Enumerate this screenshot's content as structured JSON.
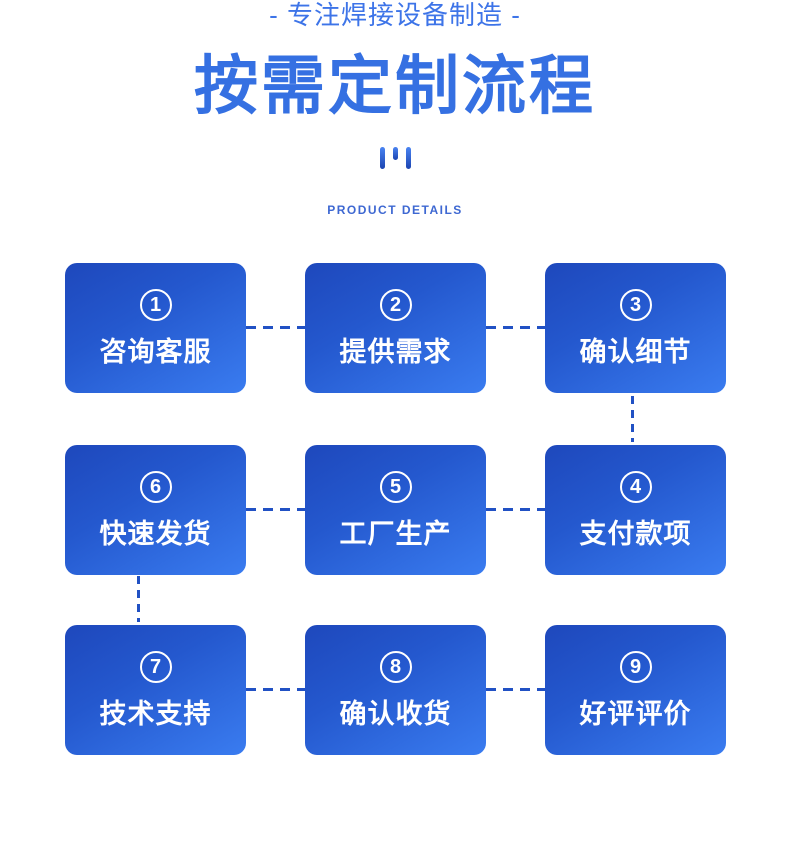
{
  "header": {
    "slogan": "- 专注焊接设备制造 -",
    "title": "按需定制流程",
    "subtitle": "PRODUCT DETAILS"
  },
  "colors": {
    "title_blue": "#3570e2",
    "slogan_blue": "#3d74e8",
    "subtitle_blue": "#3e68d2",
    "card_gradient_start": "#1e48bc",
    "card_gradient_end": "#3a7cf0",
    "connector_blue": "#2151c4",
    "card_text": "#ffffff",
    "background": "#ffffff"
  },
  "cells": [
    {
      "num": "1",
      "label": "咨询客服"
    },
    {
      "num": "2",
      "label": "提供需求"
    },
    {
      "num": "3",
      "label": "确认细节"
    },
    {
      "num": "6",
      "label": "快速发货"
    },
    {
      "num": "5",
      "label": "工厂生产"
    },
    {
      "num": "4",
      "label": "支付款项"
    },
    {
      "num": "7",
      "label": "技术支持"
    },
    {
      "num": "8",
      "label": "确认收货"
    },
    {
      "num": "9",
      "label": "好评评价"
    }
  ]
}
